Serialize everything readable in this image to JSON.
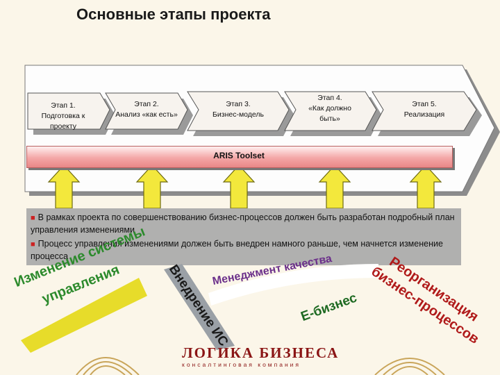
{
  "title": "Основные этапы проекта",
  "stages": [
    {
      "label": "Этап 1.\nПодготовка к\nпроекту"
    },
    {
      "label": "Этап 2.\nАнализ «как есть»"
    },
    {
      "label": "Этап 3.\nБизнес-модель"
    },
    {
      "label": "Этап 4.\n«Как должно\nбыть»"
    },
    {
      "label": "Этап 5.\nРеализация"
    }
  ],
  "tool_bar": {
    "label": "ARIS Toolset"
  },
  "info": {
    "bullet1": "В рамках проекта по совершенствованию бизнес-процессов должен быть разработан подробный план управления изменениями",
    "bullet2": "Процесс управления изменениями должен быть внедрен намного раньше, чем начнется изменение процесса"
  },
  "topics": {
    "change_mgmt_line1": "Изменение системы",
    "change_mgmt_line2": "управления",
    "is_implementation": "Внедрение ИС",
    "quality": "Менеджмент качества",
    "reorg_line1": "Реорганизация",
    "reorg_line2": "бизнес-процессов",
    "ebiz": "Е-бизнес"
  },
  "logo": {
    "name": "ЛОГИКА БИЗНЕСА",
    "tagline": "консалтинговая компания"
  },
  "colors": {
    "stage_fill": "#f7f3ee",
    "tool_bar": "#f4a6a6",
    "arrow_fill": "#f3e83c",
    "arrow_stroke": "#6e6a12",
    "change_bg": "#e7dc2a",
    "change_text": "#2c8a2c",
    "is_text": "#1a1a1a",
    "quality_text": "#6b2f8a",
    "reorg_text": "#b01a1a",
    "ebiz_text": "#1e6a22",
    "logo": "#8a1414"
  }
}
